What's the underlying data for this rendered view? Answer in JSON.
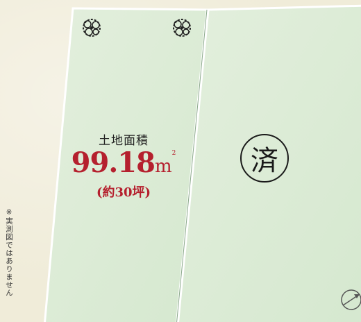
{
  "lot": {
    "area_label": "土地面積",
    "area_value": "99.18",
    "area_unit": "m",
    "area_unit_sup": "2",
    "area_tsubo": "(約30坪)"
  },
  "neighbor_lot": {
    "status_text": "済"
  },
  "note": {
    "disclaimer": "※実測図ではありません"
  },
  "colors": {
    "lot_fill": "#dcebd6",
    "lot_border": "#ffffff",
    "accent_red": "#b5202e",
    "background": "#f0ecd9"
  },
  "icons": {
    "tree_left": "tree-icon",
    "tree_right": "tree-icon",
    "compass": "compass-icon"
  }
}
